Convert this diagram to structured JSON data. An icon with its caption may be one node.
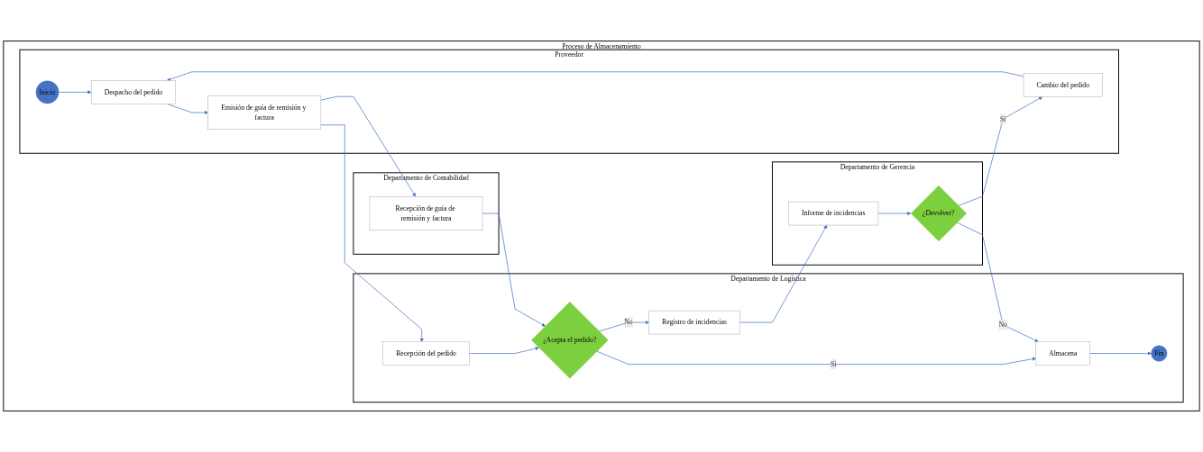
{
  "diagram": {
    "nodes": [
      {
        "text": [
          "Proceso de Almacenamiento"
        ]
      },
      {
        "text": [
          "Departamento de Logística"
        ],
        "in": 0
      },
      {
        "text": [
          "Recepción del pedido"
        ],
        "in": 1
      },
      {
        "text": [
          "¿Acepta el pedido?"
        ],
        "in": 1
      },
      {
        "text": [
          "Registro de incidencias"
        ],
        "in": 1
      },
      {
        "text": [
          "Almacena"
        ],
        "in": 1
      },
      {
        "text": [
          "Fin"
        ],
        "in": 1
      },
      {
        "text": [
          "Departamento de Contabilidad"
        ],
        "in": 0
      },
      {
        "text": [
          "Recepción de guía de remisión y factura"
        ],
        "in": 7
      },
      {
        "text": [
          "Departamento de Gerencia"
        ],
        "in": 0
      },
      {
        "text": [
          "Informe de incidencias"
        ],
        "in": 9
      },
      {
        "text": [
          "¿Devolver?"
        ],
        "in": 9
      },
      {
        "text": [
          "Proveedor"
        ],
        "in": 0
      },
      {
        "text": [
          "Inicio"
        ],
        "in": 12
      },
      {
        "text": [
          "Despacho del pedido"
        ],
        "in": 12
      },
      {
        "text": [
          "Emisión de guía de remisión y factura"
        ],
        "in": 12
      },
      {
        "text": [
          "Cambio del pedido"
        ],
        "in": 12
      }
    ],
    "edges": [
      {
        "from": 13,
        "to": 14,
        "arrow": "to"
      },
      {
        "from": 14,
        "to": 15,
        "arrow": "to"
      },
      {
        "from": 15,
        "to": 2,
        "arrow": "to"
      },
      {
        "from": 15,
        "to": 8,
        "arrow": "to"
      },
      {
        "from": 2,
        "to": 3,
        "arrow": "to"
      },
      {
        "from": 8,
        "to": 3,
        "arrow": "to"
      },
      {
        "from": 3,
        "to": 5,
        "arrow": "to",
        "label": "Sí"
      },
      {
        "from": 3,
        "to": 4,
        "arrow": "to",
        "label": "No"
      },
      {
        "from": 5,
        "to": 6,
        "arrow": "to"
      },
      {
        "from": 4,
        "to": 10,
        "arrow": "to"
      },
      {
        "from": 10,
        "to": 11,
        "arrow": "to"
      },
      {
        "from": 11,
        "to": 5,
        "arrow": "to",
        "label": "No"
      },
      {
        "from": 11,
        "to": 16,
        "arrow": "to",
        "label": "Sí"
      },
      {
        "from": 16,
        "to": 14,
        "arrow": "to"
      }
    ]
  }
}
